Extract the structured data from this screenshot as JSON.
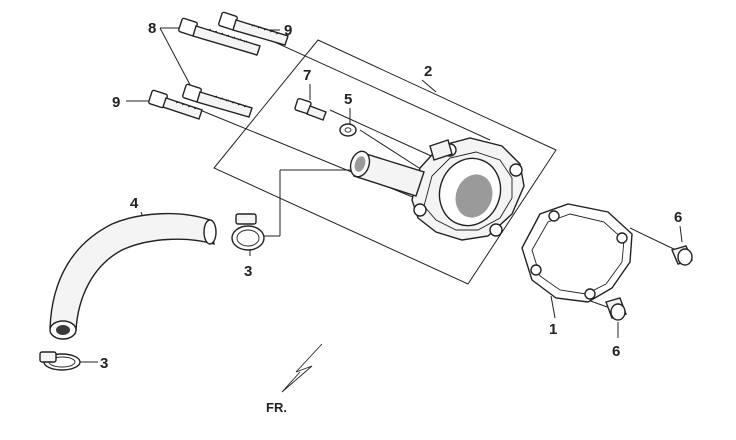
{
  "callouts": {
    "c1": "1",
    "c2": "2",
    "c3a": "3",
    "c3b": "3",
    "c4": "4",
    "c5": "5",
    "c6a": "6",
    "c6b": "6",
    "c7": "7",
    "c8": "8",
    "c9a": "9",
    "c9b": "9"
  },
  "direction_label": "FR.",
  "icons": {
    "direction": "direction-arrow-icon"
  }
}
